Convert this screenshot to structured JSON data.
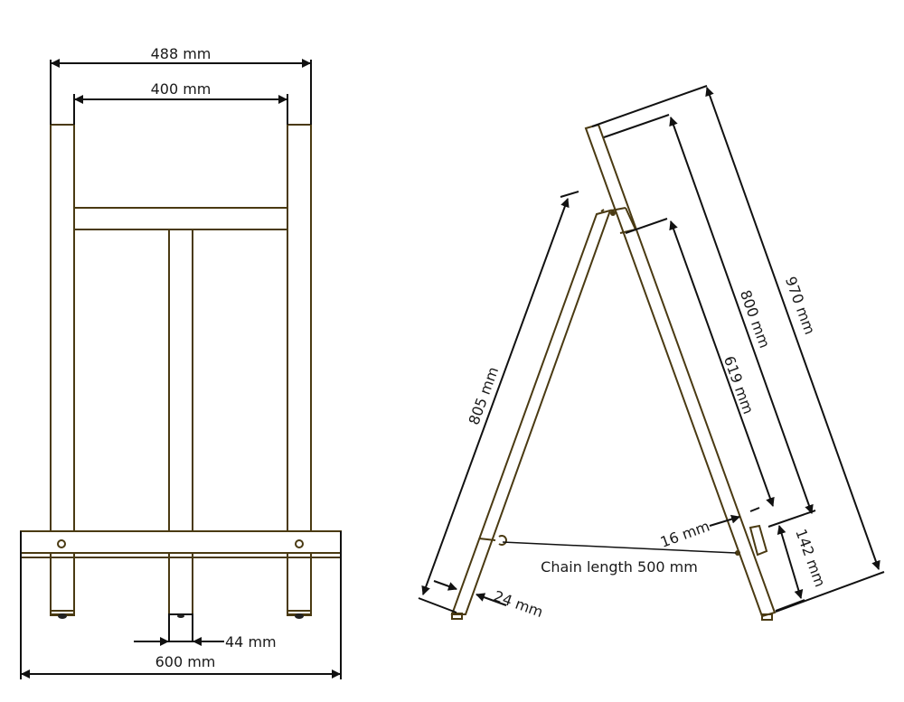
{
  "front_view": {
    "width_outer": "488 mm",
    "width_inner": "400 mm",
    "base_width": "600 mm",
    "leg_width": "44 mm"
  },
  "side_view": {
    "front_leg_length": "805 mm",
    "rear_leg_length": "970 mm",
    "rear_leg_upper": "800 mm",
    "rear_leg_hinge": "619 mm",
    "bracket_offset": "142 mm",
    "bracket_width": "16 mm",
    "leg_thickness": "24 mm",
    "chain": "Chain length 500 mm"
  },
  "colors": {
    "wood": "#4a3a12",
    "dimension": "#111111"
  }
}
